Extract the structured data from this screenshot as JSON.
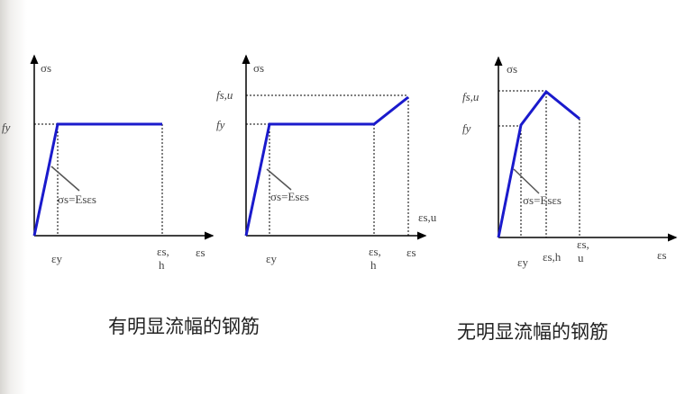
{
  "colors": {
    "curve": "#1a1acc",
    "axis": "#000000",
    "annotation": "#555555"
  },
  "diagrams": [
    {
      "caption": "有明显流幅的钢筋",
      "y_axis": "σs",
      "x_axis": "εs",
      "fy": "fy",
      "ey": "εy",
      "esh": "εs,",
      "esh2": "h",
      "formula": "σs=Esεs"
    },
    {
      "y_axis": "σs",
      "x_axis": "εs",
      "fy": "fy",
      "fsu": "fs,u",
      "ey": "εy",
      "esh": "εs,",
      "esh2": "h",
      "esu": "εs,u",
      "formula": "σs=Esεs"
    },
    {
      "caption": "无明显流幅的钢筋",
      "y_axis": "σs",
      "x_axis": "εs",
      "fy": "fy",
      "fsu": "fs,u",
      "ey": "εy",
      "esh": "εs,h",
      "esu": "εs,",
      "esu2": "u",
      "formula": "σs=Esεs"
    }
  ]
}
